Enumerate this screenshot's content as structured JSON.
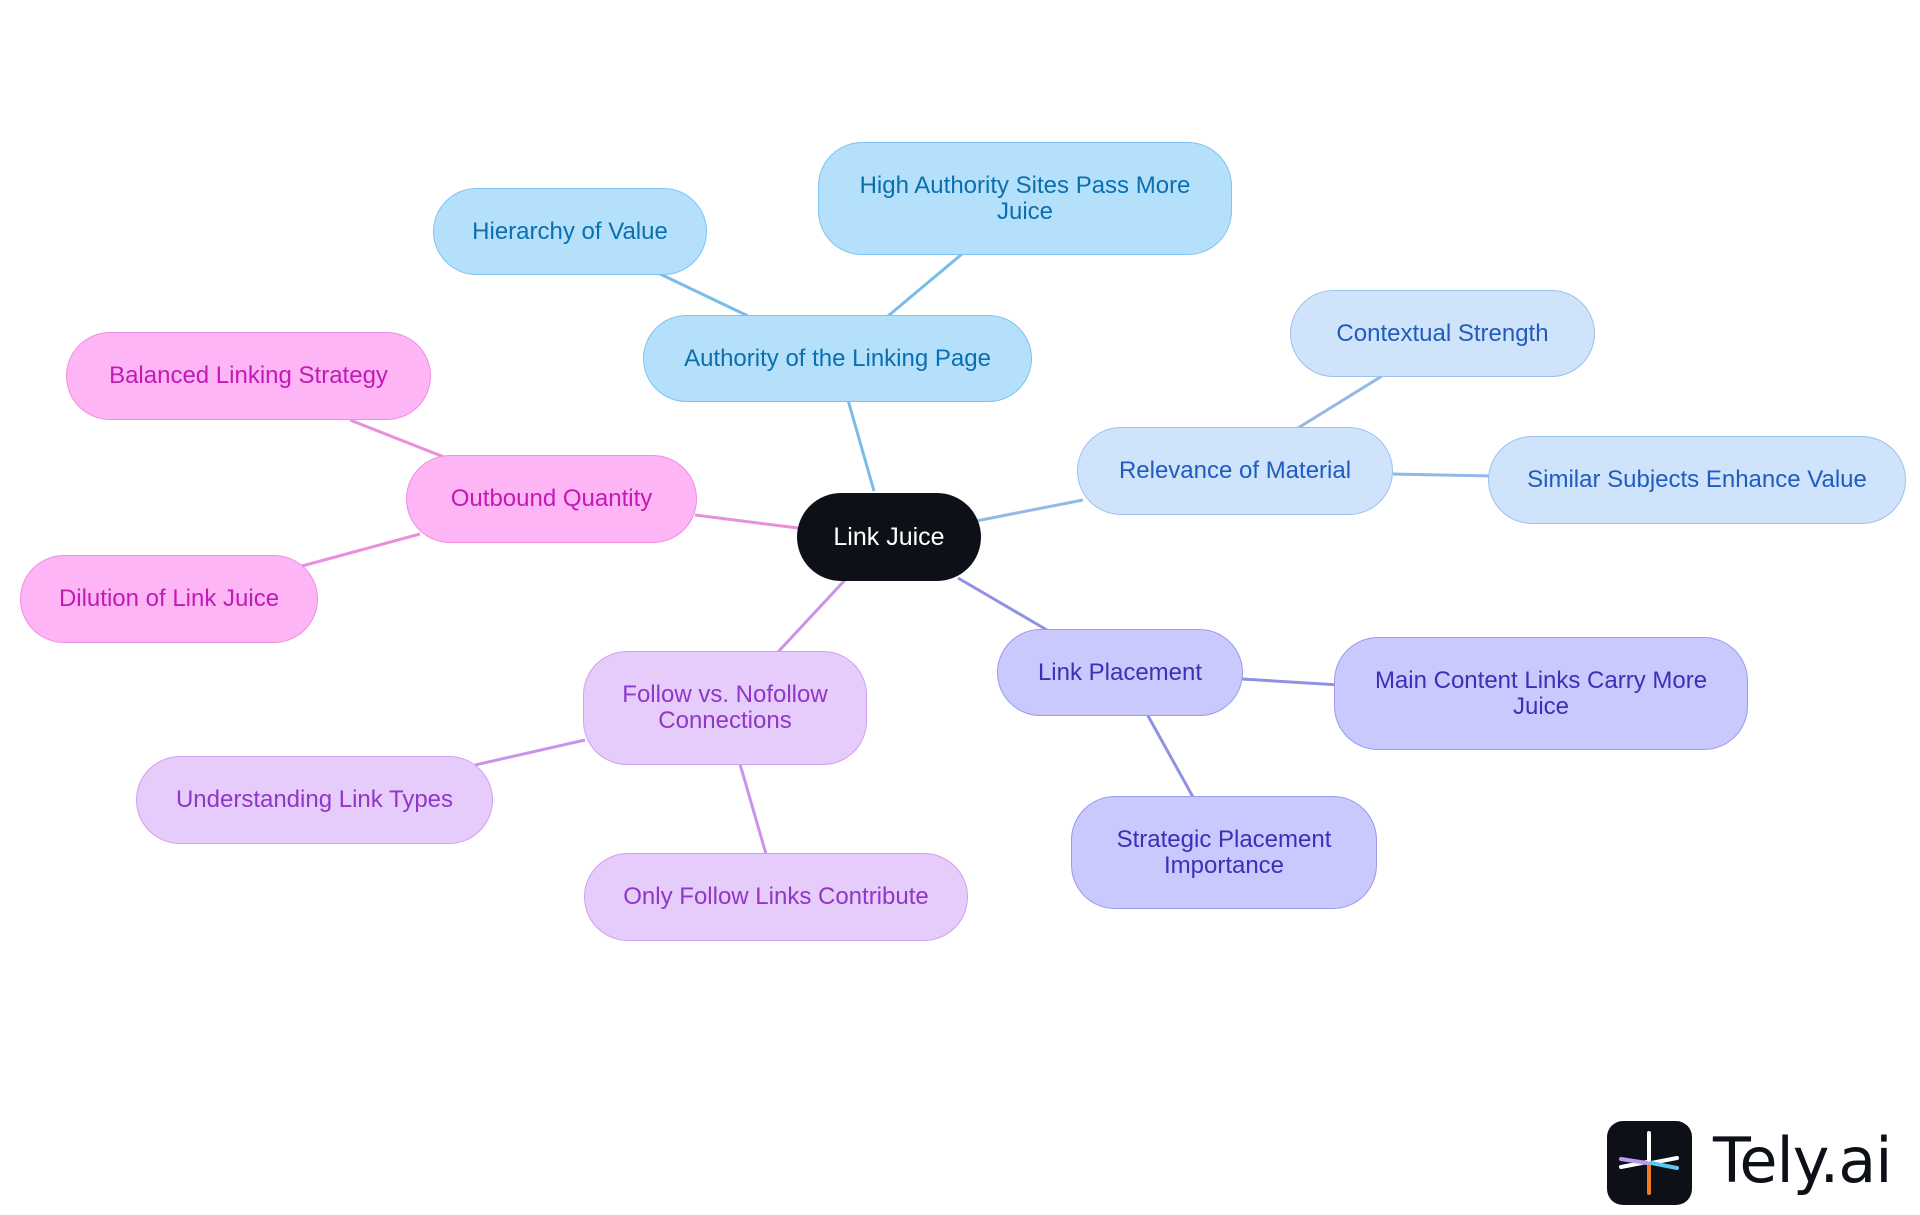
{
  "colors": {
    "root": {
      "bg": "#0d1117",
      "border": "#0d1117",
      "text": "#ffffff",
      "line": "#0d1117"
    },
    "authority": {
      "bg": "#b4e0fc",
      "border": "#7ec4ef",
      "text": "#0b6fae",
      "line": "#79bce8"
    },
    "relevance": {
      "bg": "#cfe3fb",
      "border": "#9ac2ee",
      "text": "#1f5cc0",
      "line": "#92b9e6"
    },
    "placement": {
      "bg": "#c9c9fd",
      "border": "#9a9aee",
      "text": "#3c2fb8",
      "line": "#9191e3"
    },
    "follow": {
      "bg": "#e6ccfa",
      "border": "#cfa0ef",
      "text": "#9036c8",
      "line": "#c894ea"
    },
    "outbound": {
      "bg": "#feb5f6",
      "border": "#ee8ee1",
      "text": "#c319b5",
      "line": "#ea8fdc"
    }
  },
  "nodes": {
    "root": "Link Juice",
    "authority": "Authority of the Linking Page",
    "hierarchy": "Hierarchy of Value",
    "high_authority": [
      "High Authority Sites Pass More",
      "Juice"
    ],
    "relevance": "Relevance of Material",
    "contextual": "Contextual Strength",
    "similar": "Similar Subjects Enhance Value",
    "placement": "Link Placement",
    "main_content": [
      "Main Content Links Carry More",
      "Juice"
    ],
    "strategic": [
      "Strategic Placement",
      "Importance"
    ],
    "follow": [
      "Follow vs. Nofollow",
      "Connections"
    ],
    "understanding": "Understanding Link Types",
    "only_follow": "Only Follow Links Contribute",
    "outbound": "Outbound Quantity",
    "balanced": "Balanced Linking Strategy",
    "dilution": "Dilution of Link Juice"
  },
  "logo": {
    "text": "Tely.ai",
    "icon": "tely-spark-icon"
  }
}
